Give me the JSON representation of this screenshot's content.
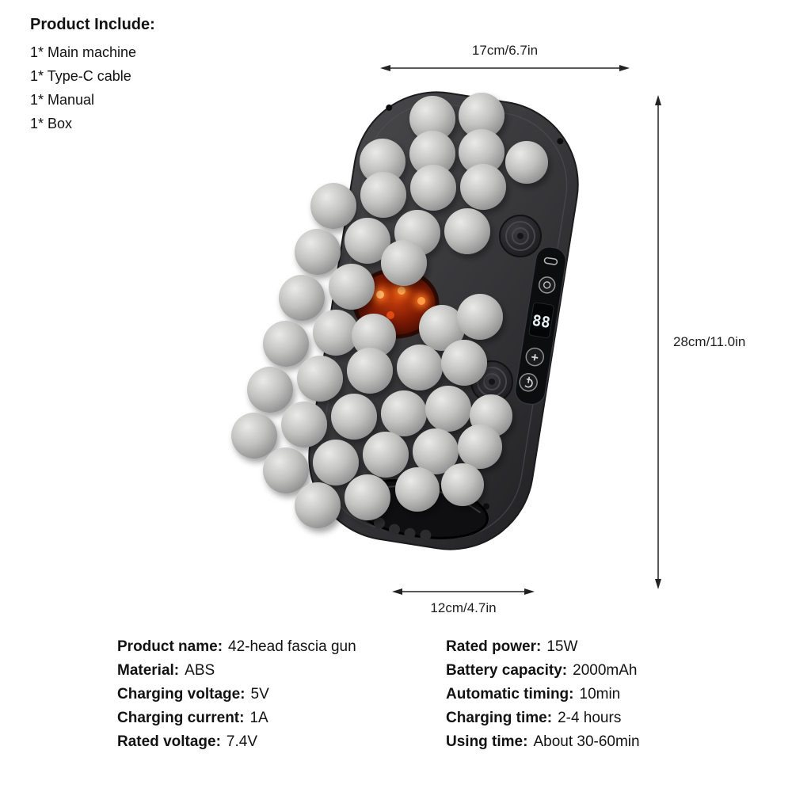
{
  "include": {
    "title": "Product Include:",
    "items": [
      "1* Main machine",
      "1* Type-C cable",
      "1* Manual",
      "1* Box"
    ]
  },
  "dimensions": {
    "width": "17cm/6.7in",
    "height": "28cm/11.0in",
    "depth": "12cm/4.7in"
  },
  "specs": {
    "left": [
      {
        "label": "Product name:",
        "value": "42-head fascia gun"
      },
      {
        "label": "Material:",
        "value": "ABS"
      },
      {
        "label": "Charging voltage:",
        "value": "5V"
      },
      {
        "label": "Charging current:",
        "value": "1A"
      },
      {
        "label": "Rated voltage:",
        "value": "7.4V"
      }
    ],
    "right": [
      {
        "label": "Rated power:",
        "value": "15W"
      },
      {
        "label": "Battery capacity:",
        "value": "2000mAh"
      },
      {
        "label": "Automatic timing:",
        "value": "10min"
      },
      {
        "label": "Charging time:",
        "value": "2-4 hours"
      },
      {
        "label": "Using time:",
        "value": "About 30-60min"
      }
    ]
  },
  "device": {
    "display_value": "88",
    "icons": {
      "plus_button": "+"
    },
    "colors": {
      "body": "#3a3a3d",
      "ball": "#c2c2c0",
      "glow": "#ff7a1a",
      "panel": "#0c0d0f"
    }
  }
}
